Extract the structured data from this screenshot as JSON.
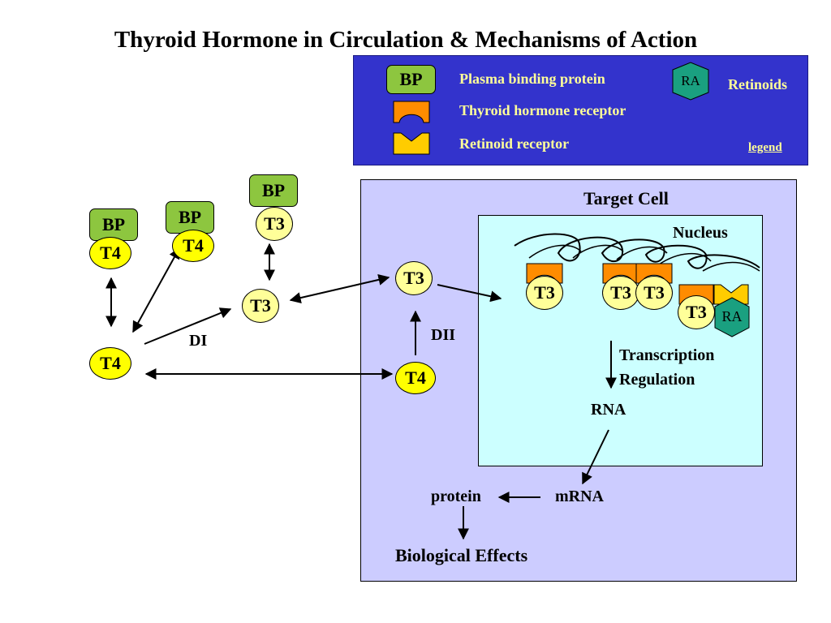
{
  "title": "Thyroid Hormone in Circulation & Mechanisms of Action",
  "legend": {
    "bp_symbol": "BP",
    "bp_text": "Plasma binding protein",
    "thr_text": "Thyroid hormone receptor",
    "rr_text": "Retinoid receptor",
    "ra_symbol": "RA",
    "ra_text": "Retinoids",
    "link": "legend",
    "colors": {
      "background": "#3333cc",
      "text": "#ffff99",
      "binding_protein": "#8dc63f",
      "thyroid_receptor": "#ff8c00",
      "retinoid_receptor": "#ffcc00",
      "retinoid": "#1aa080"
    }
  },
  "circulation": {
    "bp_label": "BP",
    "t4_label": "T4",
    "t3_label": "T3",
    "di_label": "DI"
  },
  "cell": {
    "title": "Target Cell",
    "t3_label": "T3",
    "t4_label": "T4",
    "dii_label": "DII",
    "nucleus": {
      "title": "Nucleus",
      "t3_label": "T3",
      "ra_label": "RA",
      "transcription_line1": "Transcription",
      "transcription_line2": "Regulation",
      "rna": "RNA"
    },
    "mrna": "mRNA",
    "protein": "protein",
    "effects": "Biological Effects"
  },
  "colors": {
    "cell_fill": "#ccccff",
    "nucleus_fill": "#ccffff",
    "t4_fill": "#ffff00",
    "t3_fill": "#ffff99"
  }
}
